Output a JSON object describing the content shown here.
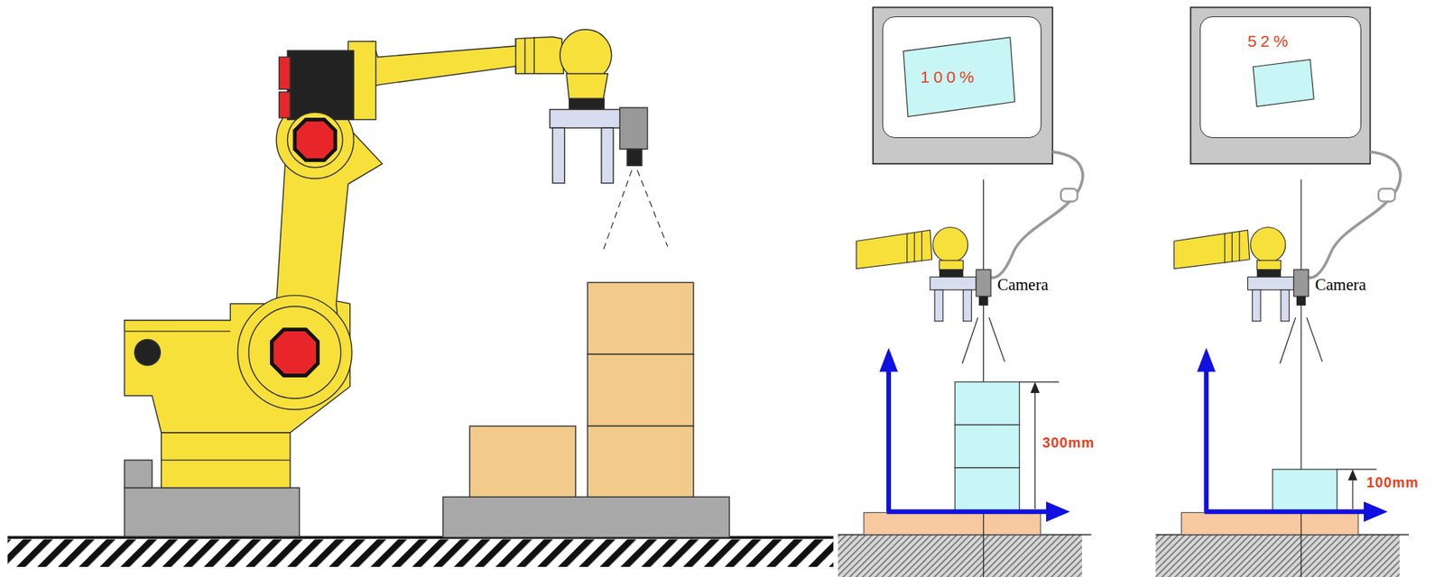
{
  "diagram": {
    "nodes": [
      {
        "text": [
          "100%"
        ]
      },
      {
        "text": [
          "52%"
        ]
      }
    ],
    "edges": [],
    "labels": [
      "Camera",
      "300mm",
      "Camera",
      "100mm"
    ]
  }
}
